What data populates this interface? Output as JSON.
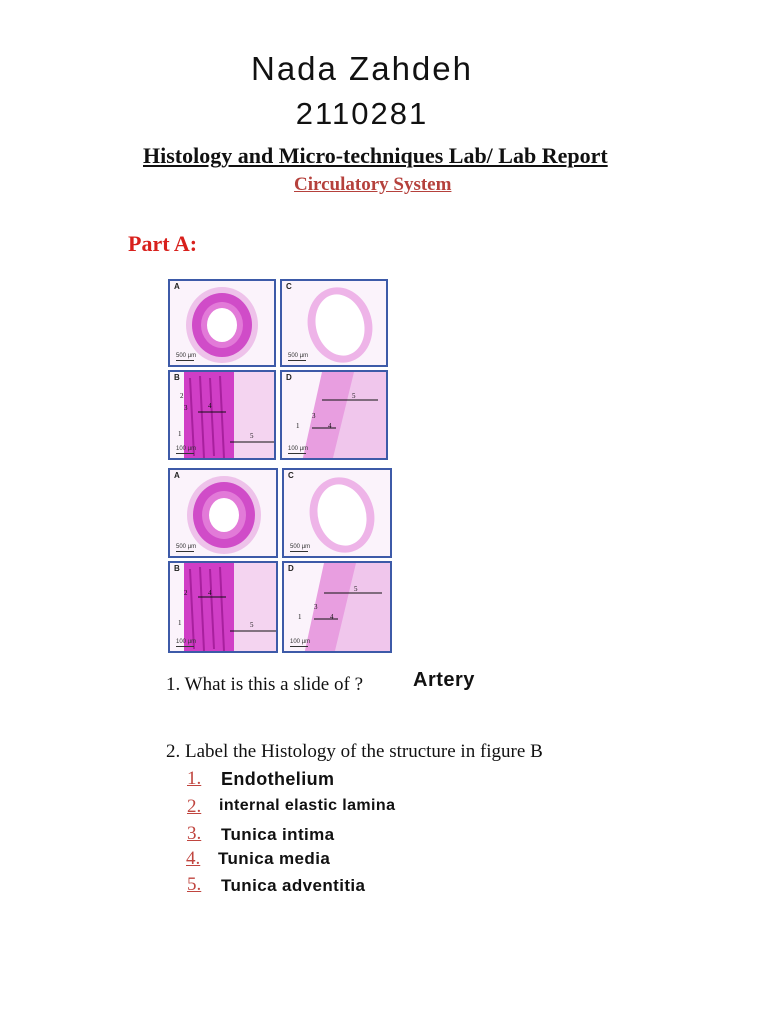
{
  "header": {
    "author_name": "Nada Zahdeh",
    "student_id": "2110281",
    "lab_title": "Histology and Micro-techniques Lab/ Lab Report",
    "lab_subtitle": "Circulatory System"
  },
  "part_label": "Part A:",
  "figure": {
    "sets": [
      {
        "panels": [
          {
            "letter": "A",
            "scale": "500 µm"
          },
          {
            "letter": "C",
            "scale": "500 µm"
          },
          {
            "letter": "B",
            "scale": "100 µm",
            "markers": [
              "1",
              "2",
              "3",
              "4",
              "5"
            ]
          },
          {
            "letter": "D",
            "scale": "100 µm",
            "markers": [
              "1",
              "3",
              "4",
              "5"
            ]
          }
        ]
      },
      {
        "panels": [
          {
            "letter": "A",
            "scale": "500 µm"
          },
          {
            "letter": "C",
            "scale": "500 µm"
          },
          {
            "letter": "B",
            "scale": "100 µm",
            "markers": [
              "1",
              "2",
              "4",
              "5"
            ]
          },
          {
            "letter": "D",
            "scale": "100 µm",
            "markers": [
              "1",
              "3",
              "4",
              "5"
            ]
          }
        ]
      }
    ],
    "colors": {
      "border": "#3d5aa8",
      "stain_dark": "#c832c0",
      "stain_light": "#ebb4e6"
    }
  },
  "questions": [
    {
      "label": "1. What is this a slide of ?",
      "answer": "Artery"
    },
    {
      "label": "2. Label the Histology of the structure in figure B",
      "items": [
        {
          "num": "1.",
          "text": "Endothelium"
        },
        {
          "num": "2.",
          "text": "internal elastic lamina"
        },
        {
          "num": "3.",
          "text": "Tunica intima"
        },
        {
          "num": "4.",
          "text": "Tunica media"
        },
        {
          "num": "5.",
          "text": "Tunica adventitia"
        }
      ]
    }
  ]
}
